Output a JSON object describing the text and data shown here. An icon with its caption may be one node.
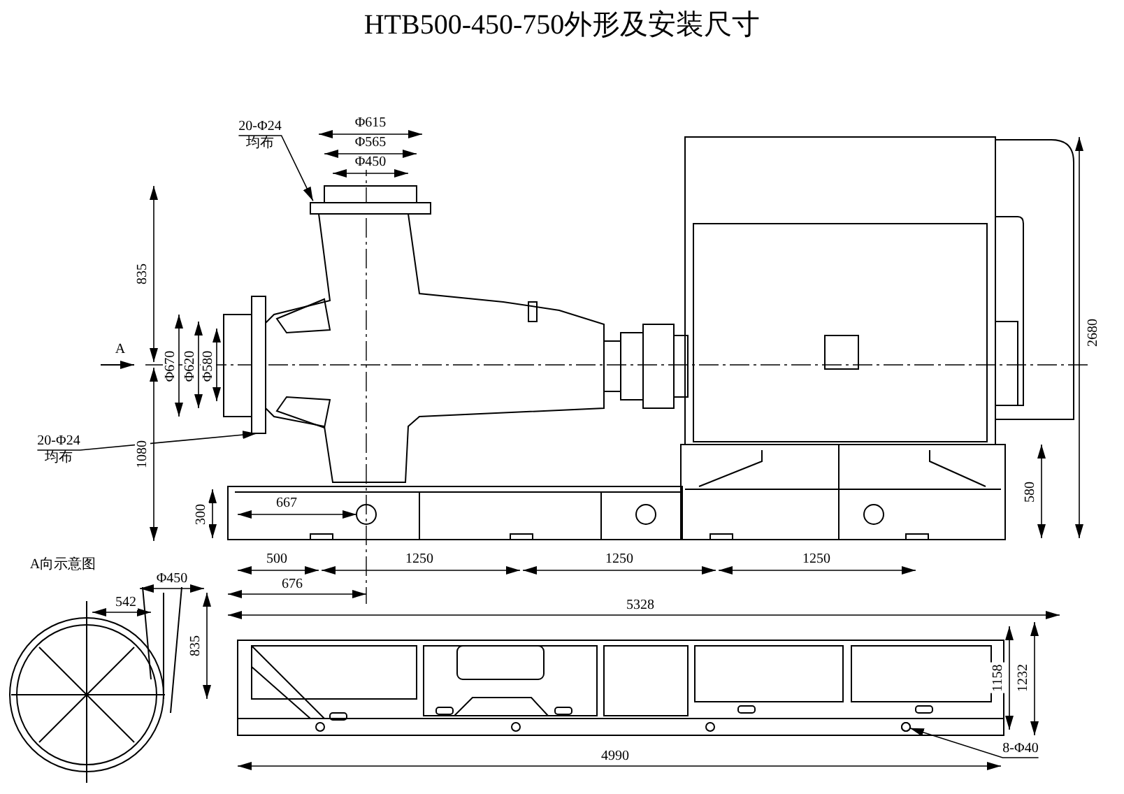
{
  "diagram": {
    "title": "HTB500-450-750外形及安装尺寸",
    "nodes": [
      {
        "text": [
          "20-Φ24",
          "均布"
        ]
      },
      {
        "text": [
          "20-Φ24",
          "均布"
        ]
      },
      {
        "text": [
          "8-Φ40"
        ]
      },
      {
        "text": [],
        "shape": "box"
      },
      {
        "text": [],
        "shape": "box"
      },
      {
        "text": [],
        "shape": "circle"
      }
    ],
    "edges": [
      {
        "from": 0,
        "to": 3,
        "arrow": "to"
      },
      {
        "from": 1,
        "to": 4,
        "arrow": "to"
      },
      {
        "from": 2,
        "to": 5,
        "arrow": "to"
      }
    ],
    "labels": [
      "Φ615",
      "Φ565",
      "Φ450",
      "835",
      "A",
      "Φ670",
      "Φ620",
      "Φ580",
      "2680",
      "1080",
      "580",
      "300",
      "667",
      "500",
      "1250",
      "1250",
      "1250",
      "676",
      "A向示意图",
      "Φ450",
      "542",
      "5328",
      "835",
      "1158",
      "1232",
      "4990"
    ]
  }
}
